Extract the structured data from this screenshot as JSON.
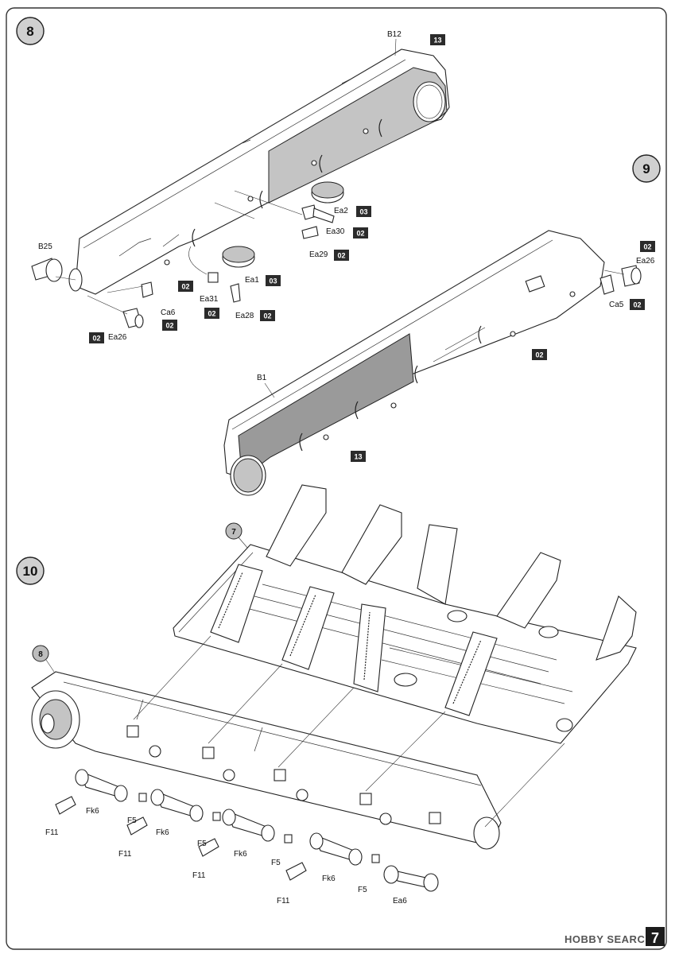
{
  "steps": {
    "s8": "8",
    "s9": "9",
    "s10": "10",
    "ref7": "7",
    "ref8": "8"
  },
  "paint_codes": {
    "c02": "02",
    "c03": "03",
    "c13": "13"
  },
  "parts": {
    "b12": "B12",
    "b25": "B25",
    "b1": "B1",
    "ea1": "Ea1",
    "ea2": "Ea2",
    "ea6": "Ea6",
    "ea26": "Ea26",
    "ea28": "Ea28",
    "ea29": "Ea29",
    "ea30": "Ea30",
    "ea31": "Ea31",
    "ca5": "Ca5",
    "ca6": "Ca6",
    "fk6": "Fk6",
    "f5": "F5",
    "f11": "F11"
  },
  "page_number": "7",
  "watermark": "HOBBY SEARCH",
  "colors": {
    "badge": "#2b2b2b",
    "panel": "#c4c4c4",
    "dark_panel": "#9a9a9a"
  }
}
